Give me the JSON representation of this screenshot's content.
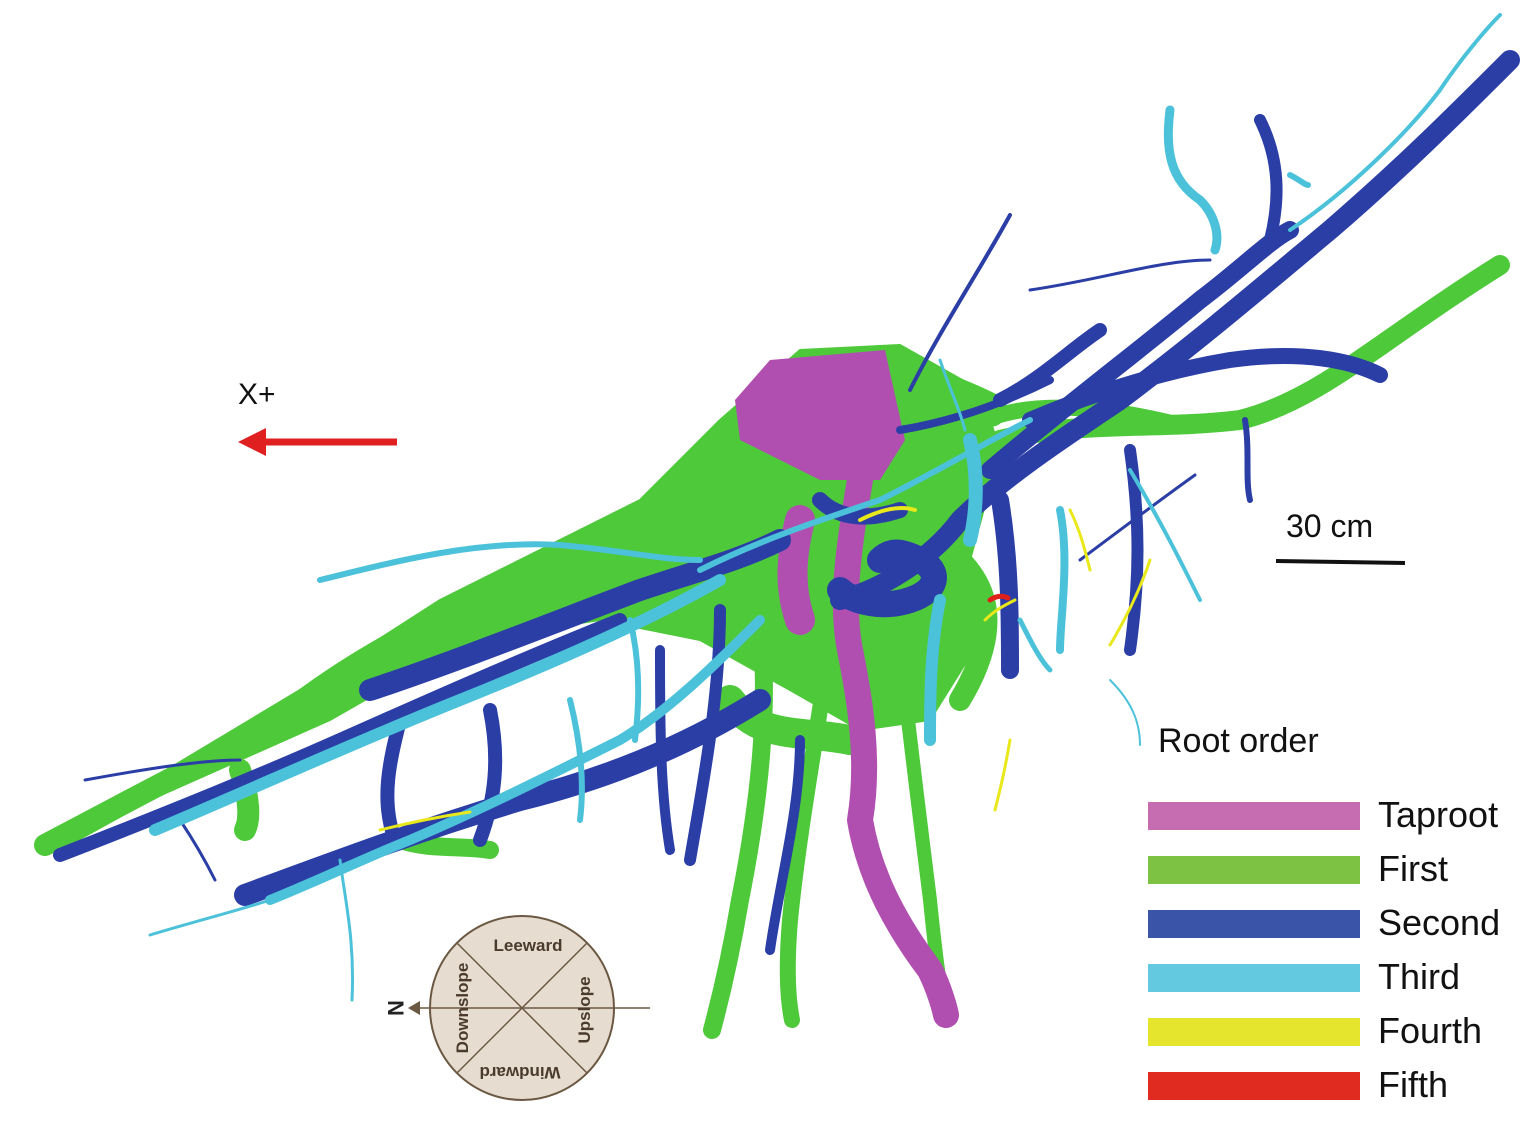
{
  "axis_label": "X+",
  "scale_bar": {
    "label": "30 cm"
  },
  "legend": {
    "title": "Root order",
    "items": [
      {
        "label": "Taproot",
        "color": "#c56db0"
      },
      {
        "label": "First",
        "color": "#7dc243"
      },
      {
        "label": "Second",
        "color": "#3a55a8"
      },
      {
        "label": "Third",
        "color": "#62c9e0"
      },
      {
        "label": "Fourth",
        "color": "#e6e52e"
      },
      {
        "label": "Fifth",
        "color": "#e02b20"
      }
    ]
  },
  "compass": {
    "north": "N",
    "sectors": {
      "top": "Leeward",
      "right": "Upslope",
      "bottom": "Windward",
      "left": "Downslope"
    }
  },
  "colors": {
    "taproot": "#b04fb0",
    "first": "#4ec93a",
    "second": "#2b3ea6",
    "third": "#4cc2da",
    "fourth": "#e8e81a",
    "fifth": "#e0201a",
    "arrow": "#e02020",
    "compass_fill": "#e6ddd0",
    "compass_stroke": "#6b5842"
  }
}
